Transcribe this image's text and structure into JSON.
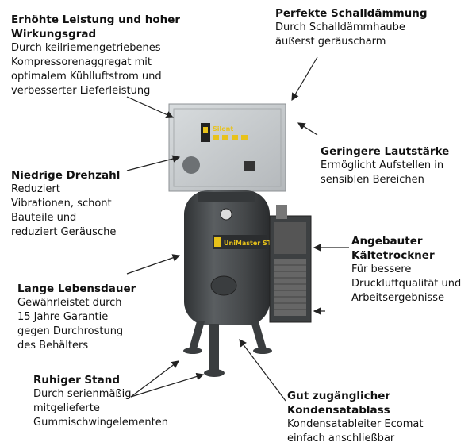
{
  "callouts": {
    "leistung": {
      "title": "Erhöhte Leistung und hoher Wirkungsgrad",
      "text": "Durch keilriemengetriebenes\nKompressorenaggregat mit\noptimalem Kühlluftstrom und\nverbesserter Lieferleistung"
    },
    "schall": {
      "title": "Perfekte Schalldämmung",
      "text": "Durch Schalldämmhaube\näußerst geräuscharm"
    },
    "laut": {
      "title": "Geringere Lautstärke",
      "text": "Ermöglicht Aufstellen in\nsensiblen Bereichen"
    },
    "drehzahl": {
      "title": "Niedrige Drehzahl",
      "text": "Reduziert\nVibrationen, schont\nBauteile und\nreduziert Geräusche"
    },
    "trockner": {
      "title": "Angebauter\nKältetrockner",
      "text": "Für bessere\nDruckluftqualität und\nArbeitsergebnisse"
    },
    "lebensdauer": {
      "title": "Lange Lebensdauer",
      "text": "Gewährleistet durch\n15 Jahre Garantie\ngegen Durchrostung\ndes Behälters"
    },
    "stand": {
      "title": "Ruhiger Stand",
      "text": "Durch serienmäßig\nmitgelieferte\nGummischwingelementen"
    },
    "ablass": {
      "title": "Gut zugänglicher\nKondensatablass",
      "text": "Kondensatableiter Ecomat\neinfach anschließbar"
    }
  },
  "product": {
    "hood_label": "Silent",
    "tank_label": "UniMaster ST"
  },
  "colors": {
    "hood": "#c9cdcf",
    "tank": "#4b4e50",
    "frame": "#3f4244",
    "accent": "#e8c21a"
  }
}
